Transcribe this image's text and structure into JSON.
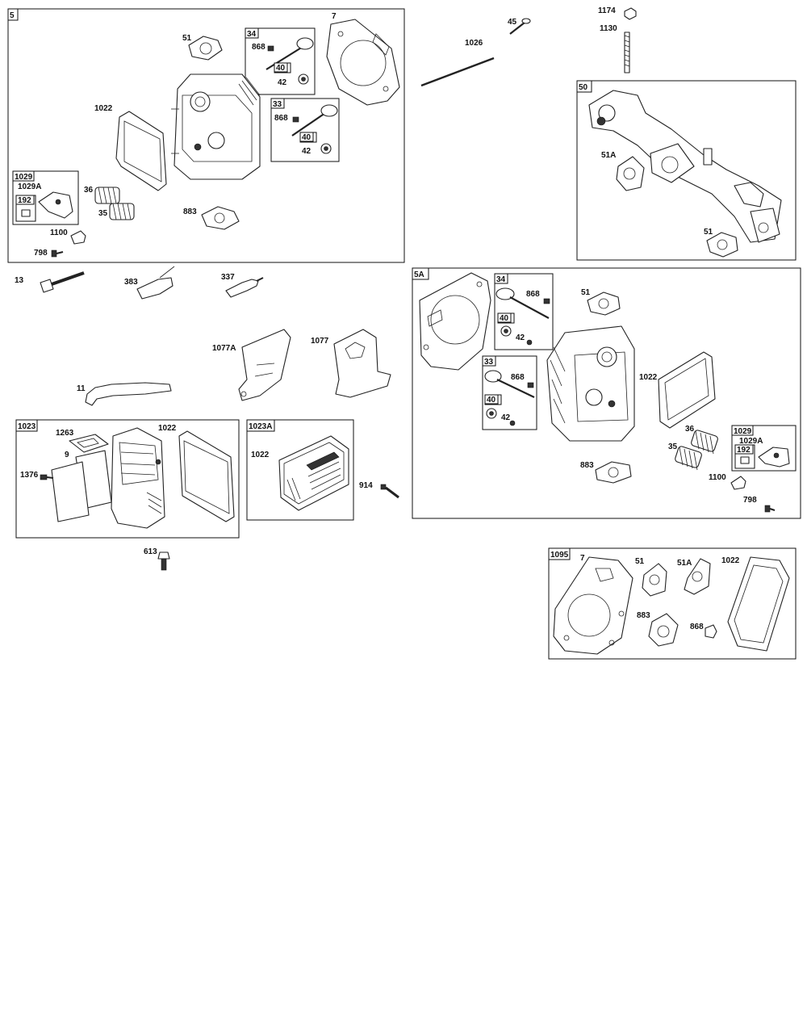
{
  "groups": {
    "g5": "5",
    "g34a": "34",
    "g40a": "40",
    "g33a": "33",
    "g40b": "40",
    "g1029a": "1029",
    "g192a": "192",
    "g50": "50",
    "g5A": "5A",
    "g34b": "34",
    "g40c": "40",
    "g33b": "33",
    "g40d": "40",
    "g1029b": "1029",
    "g192b": "192",
    "g1023": "1023",
    "g1023A": "1023A",
    "g1095": "1095"
  },
  "callouts": {
    "c51_a": "51",
    "c7_a": "7",
    "c868_a": "868",
    "c42_a": "42",
    "c868_b": "868",
    "c42_b": "42",
    "c1022_a": "1022",
    "c1029A_a": "1029A",
    "c36_a": "36",
    "c35_a": "35",
    "c883_a": "883",
    "c1100_a": "1100",
    "c798_a": "798",
    "c45": "45",
    "c1026": "1026",
    "c1174": "1174",
    "c1130": "1130",
    "c51A_a": "51A",
    "c51_b": "51",
    "c13": "13",
    "c383": "383",
    "c337": "337",
    "c1077A": "1077A",
    "c1077": "1077",
    "c11": "11",
    "c7_b": "7",
    "c868_c": "868",
    "c42_c": "42",
    "c868_d": "868",
    "c42_d": "42",
    "c51_c": "51",
    "c1022_b": "1022",
    "c36_b": "36",
    "c35_b": "35",
    "c1029A_b": "1029A",
    "c883_b": "883",
    "c1100_b": "1100",
    "c798_b": "798",
    "c1263": "1263",
    "c9": "9",
    "c1376": "1376",
    "c1022_c": "1022",
    "c1022_d": "1022",
    "c914": "914",
    "c613": "613",
    "c7_c": "7",
    "c51_d": "51",
    "c51A_b": "51A",
    "c1022_e": "1022",
    "c883_c": "883",
    "c868_e": "868"
  }
}
